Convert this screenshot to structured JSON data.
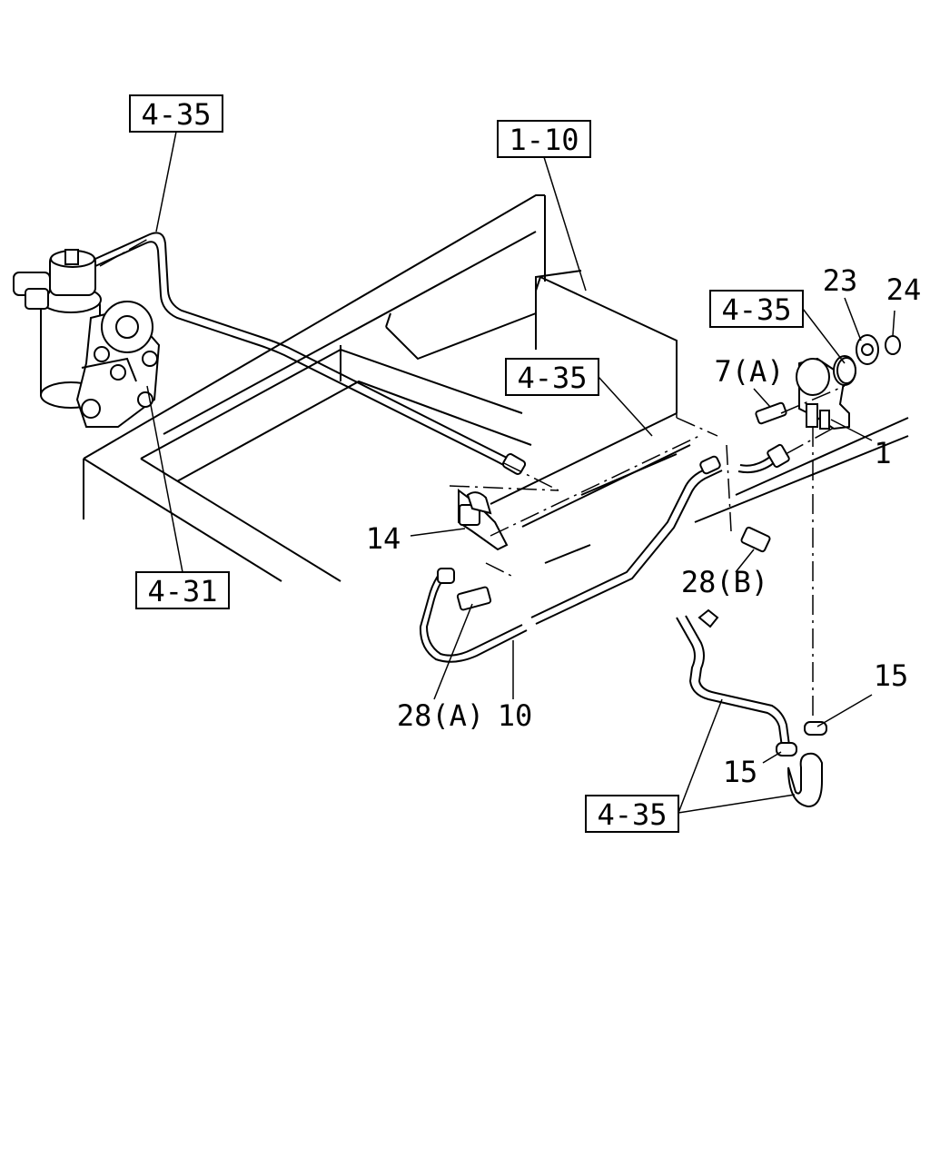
{
  "references": {
    "ref_top_left": "4-35",
    "ref_top_center": "1-10",
    "ref_mid_center": "4-35",
    "ref_right": "4-35",
    "ref_left_bottom": "4-31",
    "ref_bottom_right": "4-35"
  },
  "callouts": {
    "c23": "23",
    "c24": "24",
    "c7a": "7(A)",
    "c1": "1",
    "c14": "14",
    "c28b": "28(B)",
    "c28a": "28(A)",
    "c10": "10",
    "c15_right": "15",
    "c15_left": "15"
  }
}
